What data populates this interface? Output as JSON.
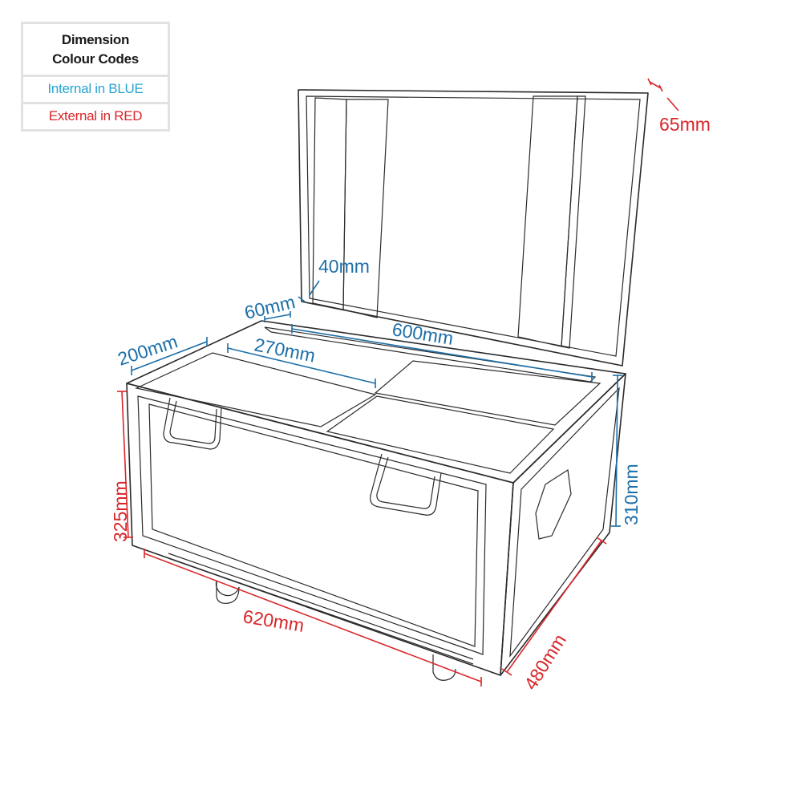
{
  "legend": {
    "title_line1": "Dimension",
    "title_line2": "Colour Codes",
    "internal": "Internal in BLUE",
    "external": "External in RED",
    "colors": {
      "internal": "#29a3d0",
      "external": "#d9262a",
      "blue_dimension": "#1d6fa8"
    }
  },
  "dimensions": {
    "internal": {
      "lid_rail": "40mm",
      "lid_ledge": "60mm",
      "internal_length": "600mm",
      "tray_width": "270mm",
      "tray_depth": "200mm",
      "internal_height": "310mm"
    },
    "external": {
      "lid_depth": "65mm",
      "external_height": "325mm",
      "external_length": "620mm",
      "external_width": "480mm"
    }
  }
}
